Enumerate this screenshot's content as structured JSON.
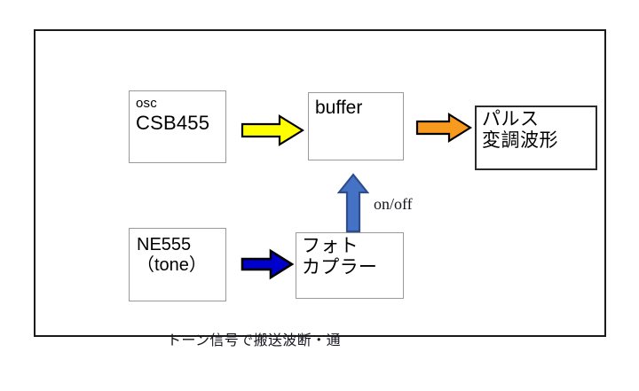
{
  "diagram": {
    "title": "",
    "frame": {
      "border_color": "#1a1a1a"
    },
    "blocks": [
      {
        "name": "osc-csb455",
        "line1": "osc",
        "line2": "CSB455",
        "border_color": "#9a9a9a"
      },
      {
        "name": "buffer",
        "line1": "buffer",
        "border_color": "#9a9a9a"
      },
      {
        "name": "pulse-modulated-waveform",
        "line1": "パルス",
        "line2": "変調波形",
        "border_color": "#2b2b2b"
      },
      {
        "name": "ne555-tone",
        "line1": "NE555",
        "line2": "（tone）",
        "border_color": "#6e6e6e"
      },
      {
        "name": "photo-coupler",
        "line1": "フォト",
        "line2": "カプラー",
        "border_color": "#6e6e6e"
      }
    ],
    "arrows": [
      {
        "name": "osc-to-buffer",
        "direction": "right",
        "fill": "#FFFF00",
        "stroke": "#000000"
      },
      {
        "name": "buffer-to-pulse",
        "direction": "right",
        "fill": "#F79A1E",
        "stroke": "#000000"
      },
      {
        "name": "ne555-to-photo",
        "direction": "right",
        "fill": "#0000CC",
        "stroke": "#000000"
      },
      {
        "name": "photo-to-buffer",
        "direction": "up",
        "fill": "#4472C4",
        "stroke": "#2F4C8C"
      }
    ],
    "labels": {
      "onoff": "on/off",
      "caption": "トーン信号で搬送波断・通"
    }
  }
}
